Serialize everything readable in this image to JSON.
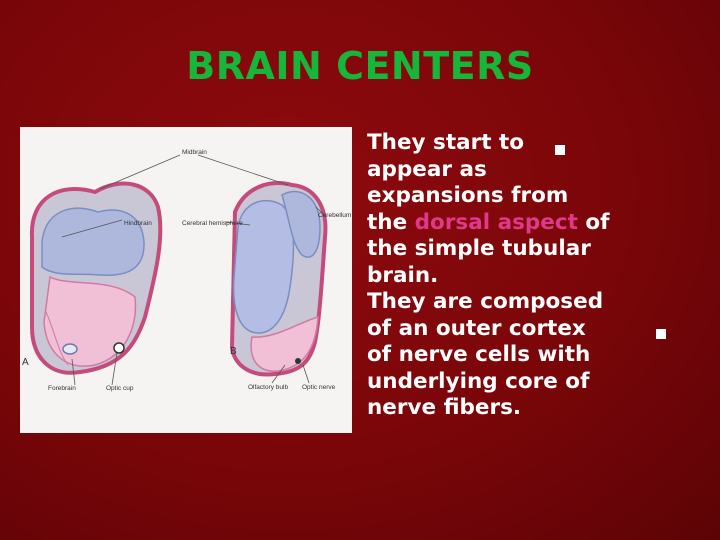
{
  "slide": {
    "title": "BRAIN CENTERS",
    "bullets": [
      {
        "lines": [
          "They start to",
          "appear as",
          "expansions from"
        ],
        "line4_before": "the ",
        "highlight": "dorsal aspect",
        "line4_after": " of",
        "lines_after": [
          "the simple tubular",
          "brain."
        ]
      },
      {
        "lines": [
          "They are composed",
          "of an outer cortex",
          "of nerve cells with",
          "underlying core of",
          "nerve fibers."
        ]
      }
    ],
    "figure": {
      "labels": {
        "midbrain": "Midbrain",
        "hindbrain": "Hindbrain",
        "cerebral_hemisphere": "Cerebral hemisphere",
        "cerebellum": "Cerebellum",
        "forebrain": "Forebrain",
        "optic_cup": "Optic cup",
        "olfactory_bulb": "Olfactory bulb",
        "optic_nerve": "Optic nerve",
        "panel_a": "A",
        "panel_b": "B"
      }
    },
    "colors": {
      "background": "#7a0609",
      "title": "#16b63a",
      "text": "#ffffff",
      "highlight": "#e0388a"
    }
  }
}
